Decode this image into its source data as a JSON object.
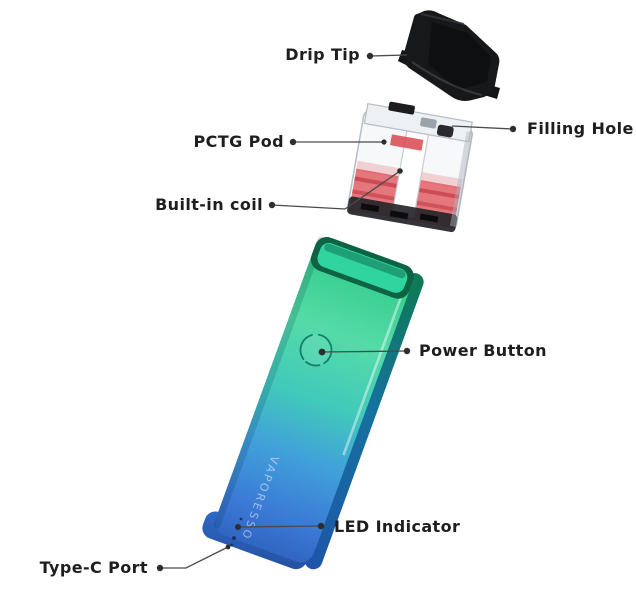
{
  "diagram": {
    "subject": "pod vape device exploded parts diagram",
    "brand_text": "VAPORESSO",
    "labels": {
      "drip_tip": "Drip Tip",
      "filling_hole": "Filling Hole",
      "pctg_pod": "PCTG Pod",
      "built_in_coil": "Built-in coil",
      "power_button": "Power Button",
      "led_indicator": "LED Indicator",
      "type_c_port": "Type-C Port"
    },
    "colors": {
      "body_gradient_top": "#2cc985",
      "body_gradient_middle": "#41c9bb",
      "body_gradient_bottom": "#3166c2",
      "e_liquid": "#e0565c",
      "drip_tip": "#17181a",
      "label_text": "#1e1e1e",
      "leader_line": "#4a4a4a"
    }
  }
}
